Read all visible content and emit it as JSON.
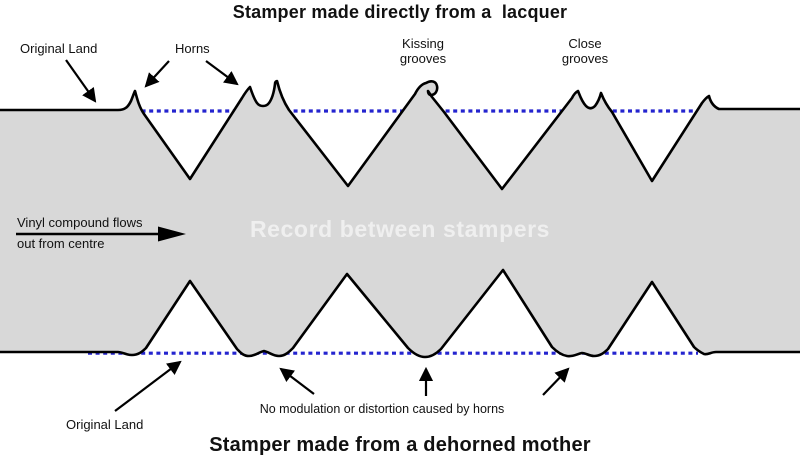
{
  "titles": {
    "top": "Stamper made directly from a  lacquer",
    "bottom": "Stamper made from a dehorned mother"
  },
  "labels": {
    "original_land_top": "Original Land",
    "horns": "Horns",
    "kissing_grooves_line1": "Kissing",
    "kissing_grooves_line2": "grooves",
    "close_grooves_line1": "Close",
    "close_grooves_line2": "grooves",
    "vinyl_flow_line1": "Vinyl compound flows",
    "vinyl_flow_line2": "out from centre",
    "record_between": "Record between stampers",
    "no_modulation": "No modulation or distortion caused by horns",
    "original_land_bottom": "Original Land"
  },
  "colors": {
    "record_fill": "#d8d8d8",
    "outline": "#000000",
    "groove_depth_dotted_line": "#2424cf",
    "record_label_text": "#efefef",
    "background": "#ffffff"
  },
  "diagram": {
    "top_features": [
      "Original Land",
      "Horns",
      "Kissing grooves",
      "Close grooves"
    ],
    "bottom_features": [
      "Original Land",
      "No modulation or distortion caused by horns"
    ],
    "flow_direction": "left-to-right"
  }
}
